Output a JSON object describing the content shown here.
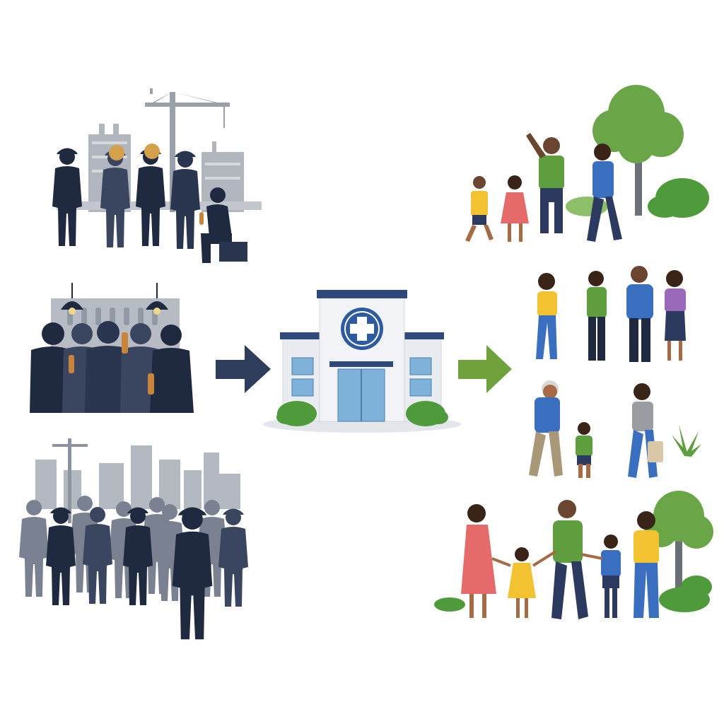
{
  "colors": {
    "background": "#ffffff",
    "silhouette_dark": "#1f2a40",
    "silhouette_mid": "#3a4660",
    "backdrop_gray": "#a8adb6",
    "city_gray": "#9096a2",
    "arrow_in": "#2e3d5c",
    "arrow_out": "#6fa23c",
    "clinic_wall": "#eceff3",
    "clinic_trim": "#2f4a7a",
    "clinic_cross_bg": "#2f5aa0",
    "window_blue": "#7fb2d9",
    "tree_green": "#6aa548",
    "bush_green": "#4f9a3a",
    "bottle_amber": "#c8843a",
    "skin_dark": "#6a4530",
    "skin_mid": "#a56b45",
    "shirt_green": "#5e9e3e",
    "shirt_blue": "#3a6fc0",
    "shirt_yellow": "#f2c230",
    "dress_pink": "#e56b6b",
    "shirt_purple": "#9a6ab8",
    "pants_navy": "#2c3a60",
    "pants_khaki": "#a89878"
  },
  "icons": [
    "construction-crane-icon",
    "medical-cross-icon",
    "bottle-icon",
    "tree-icon",
    "bush-icon",
    "shopping-bag-icon"
  ],
  "diagram": {
    "nodes": [
      {
        "id": "construction-workers-group",
        "side": "left",
        "people": 5
      },
      {
        "id": "bar-drinkers-group",
        "side": "left",
        "people": 5
      },
      {
        "id": "city-crowd-group",
        "side": "left",
        "people": 12
      },
      {
        "id": "health-clinic",
        "side": "center"
      },
      {
        "id": "family-in-park",
        "side": "right",
        "people": 4
      },
      {
        "id": "friends-talking",
        "side": "right",
        "people": 4
      },
      {
        "id": "grandparent-and-child",
        "side": "right",
        "people": 3
      },
      {
        "id": "family-holding-hands",
        "side": "right",
        "people": 5
      }
    ],
    "edges": [
      {
        "from": "left-groups",
        "to": "health-clinic",
        "style": "dark-arrow"
      },
      {
        "from": "health-clinic",
        "to": "right-groups",
        "style": "green-arrow"
      }
    ]
  }
}
